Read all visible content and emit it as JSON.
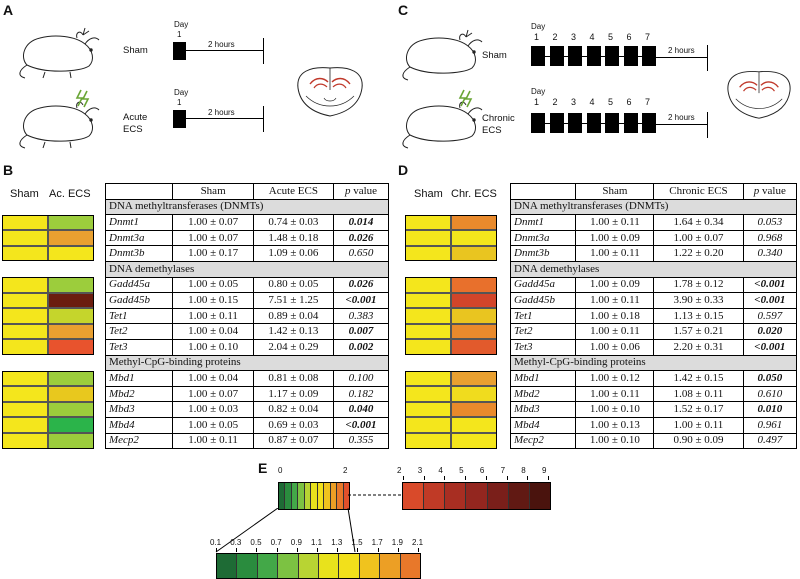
{
  "panels": {
    "a": "A",
    "b": "B",
    "c": "C",
    "d": "D",
    "e": "E"
  },
  "timeline": {
    "day_label": "Day",
    "duration_label": "2 hours",
    "acute_days": [
      "1"
    ],
    "chronic_days": [
      "1",
      "2",
      "3",
      "4",
      "5",
      "6",
      "7"
    ]
  },
  "panel_a": {
    "sham": "Sham",
    "ecs_line1": "Acute",
    "ecs_line2": "ECS"
  },
  "panel_c": {
    "sham": "Sham",
    "ecs_line1": "Chronic",
    "ecs_line2": "ECS"
  },
  "table_b": {
    "heatmap_headers": [
      "Sham",
      "Ac. ECS"
    ],
    "headers": [
      "",
      "Sham",
      "Acute ECS",
      "p value"
    ],
    "sections": [
      {
        "title": "DNA methyltransferases (DNMTs)",
        "rows": [
          {
            "gene": "Dnmt1",
            "sham": "1.00 ± 0.07",
            "ecs": "0.74 ± 0.03",
            "p": "0.014",
            "sig": true
          },
          {
            "gene": "Dnmt3a",
            "sham": "1.00 ± 0.07",
            "ecs": "1.48 ± 0.18",
            "p": "0.026",
            "sig": true
          },
          {
            "gene": "Dnmt3b",
            "sham": "1.00 ± 0.17",
            "ecs": "1.09 ± 0.06",
            "p": "0.650",
            "sig": false
          }
        ]
      },
      {
        "title": "DNA demethylases",
        "rows": [
          {
            "gene": "Gadd45a",
            "sham": "1.00 ± 0.05",
            "ecs": "0.80 ± 0.05",
            "p": "0.026",
            "sig": true
          },
          {
            "gene": "Gadd45b",
            "sham": "1.00 ± 0.15",
            "ecs": "7.51 ± 1.25",
            "p": "<0.001",
            "sig": true
          },
          {
            "gene": "Tet1",
            "sham": "1.00 ± 0.11",
            "ecs": "0.89 ± 0.04",
            "p": "0.383",
            "sig": false
          },
          {
            "gene": "Tet2",
            "sham": "1.00 ± 0.04",
            "ecs": "1.42 ± 0.13",
            "p": "0.007",
            "sig": true
          },
          {
            "gene": "Tet3",
            "sham": "1.00 ± 0.10",
            "ecs": "2.04 ± 0.29",
            "p": "0.002",
            "sig": true
          }
        ]
      },
      {
        "title": "Methyl-CpG-binding proteins",
        "rows": [
          {
            "gene": "Mbd1",
            "sham": "1.00 ± 0.04",
            "ecs": "0.81 ± 0.08",
            "p": "0.100",
            "sig": false
          },
          {
            "gene": "Mbd2",
            "sham": "1.00 ± 0.07",
            "ecs": "1.17 ± 0.09",
            "p": "0.182",
            "sig": false
          },
          {
            "gene": "Mbd3",
            "sham": "1.00 ± 0.03",
            "ecs": "0.82 ± 0.04",
            "p": "0.040",
            "sig": true
          },
          {
            "gene": "Mbd4",
            "sham": "1.00 ± 0.05",
            "ecs": "0.69 ± 0.03",
            "p": "<0.001",
            "sig": true
          },
          {
            "gene": "Mecp2",
            "sham": "1.00 ± 0.11",
            "ecs": "0.87 ± 0.07",
            "p": "0.355",
            "sig": false
          }
        ]
      }
    ],
    "heatmap_colors": [
      [
        "#f4e61c",
        "#9ccd3c"
      ],
      [
        "#f4e61c",
        "#e9a030"
      ],
      [
        "#f4e61c",
        "#f4e61c"
      ],
      [
        "#f4e61c",
        "#9ccd3c"
      ],
      [
        "#f4e61c",
        "#6b1d0f"
      ],
      [
        "#f4e61c",
        "#c5d52c"
      ],
      [
        "#f4e61c",
        "#e9a030"
      ],
      [
        "#f4e61c",
        "#e8532d"
      ],
      [
        "#f4e61c",
        "#9ccd3c"
      ],
      [
        "#f4e61c",
        "#e8c81e"
      ],
      [
        "#f4e61c",
        "#9ccd3c"
      ],
      [
        "#f4e61c",
        "#2bb44a"
      ],
      [
        "#f4e61c",
        "#9ccd3c"
      ]
    ]
  },
  "table_d": {
    "heatmap_headers": [
      "Sham",
      "Chr. ECS"
    ],
    "headers": [
      "",
      "Sham",
      "Chronic ECS",
      "p value"
    ],
    "sections": [
      {
        "title": "DNA methyltransferases (DNMTs)",
        "rows": [
          {
            "gene": "Dnmt1",
            "sham": "1.00 ± 0.11",
            "ecs": "1.64 ± 0.34",
            "p": "0.053",
            "sig": false
          },
          {
            "gene": "Dnmt3a",
            "sham": "1.00 ± 0.09",
            "ecs": "1.00 ± 0.07",
            "p": "0.968",
            "sig": false
          },
          {
            "gene": "Dnmt3b",
            "sham": "1.00 ± 0.11",
            "ecs": "1.22 ± 0.20",
            "p": "0.340",
            "sig": false
          }
        ]
      },
      {
        "title": "DNA demethylases",
        "rows": [
          {
            "gene": "Gadd45a",
            "sham": "1.00 ± 0.09",
            "ecs": "1.78 ± 0.12",
            "p": "<0.001",
            "sig": true
          },
          {
            "gene": "Gadd45b",
            "sham": "1.00 ± 0.11",
            "ecs": "3.90 ± 0.33",
            "p": "<0.001",
            "sig": true
          },
          {
            "gene": "Tet1",
            "sham": "1.00 ± 0.18",
            "ecs": "1.13 ± 0.15",
            "p": "0.597",
            "sig": false
          },
          {
            "gene": "Tet2",
            "sham": "1.00 ± 0.11",
            "ecs": "1.57 ± 0.21",
            "p": "0.020",
            "sig": true
          },
          {
            "gene": "Tet3",
            "sham": "1.00 ± 0.06",
            "ecs": "2.20 ± 0.31",
            "p": "<0.001",
            "sig": true
          }
        ]
      },
      {
        "title": "Methyl-CpG-binding proteins",
        "rows": [
          {
            "gene": "Mbd1",
            "sham": "1.00 ± 0.12",
            "ecs": "1.42 ± 0.15",
            "p": "0.050",
            "sig": true
          },
          {
            "gene": "Mbd2",
            "sham": "1.00 ± 0.11",
            "ecs": "1.08 ± 0.11",
            "p": "0.610",
            "sig": false
          },
          {
            "gene": "Mbd3",
            "sham": "1.00 ± 0.10",
            "ecs": "1.52 ± 0.17",
            "p": "0.010",
            "sig": true
          },
          {
            "gene": "Mbd4",
            "sham": "1.00 ± 0.13",
            "ecs": "1.00 ± 0.11",
            "p": "0.961",
            "sig": false
          },
          {
            "gene": "Mecp2",
            "sham": "1.00 ± 0.10",
            "ecs": "0.90 ± 0.09",
            "p": "0.497",
            "sig": false
          }
        ]
      }
    ],
    "heatmap_colors": [
      [
        "#f4e61c",
        "#e98a2c"
      ],
      [
        "#f4e61c",
        "#f4e61c"
      ],
      [
        "#f4e61c",
        "#e9c520"
      ],
      [
        "#f4e61c",
        "#e8702c"
      ],
      [
        "#f4e61c",
        "#d2452a"
      ],
      [
        "#f4e61c",
        "#e9c520"
      ],
      [
        "#f4e61c",
        "#e98a2c"
      ],
      [
        "#f4e61c",
        "#e25a2c"
      ],
      [
        "#f4e61c",
        "#e9a030"
      ],
      [
        "#f4e61c",
        "#f0dc1e"
      ],
      [
        "#f4e61c",
        "#e98a2c"
      ],
      [
        "#f4e61c",
        "#f4e61c"
      ],
      [
        "#f4e61c",
        "#f4e61c"
      ]
    ]
  },
  "legend": {
    "small_ticks": [
      "0",
      "2"
    ],
    "large_ticks": [
      "2",
      "3",
      "4",
      "5",
      "6",
      "7",
      "8",
      "9"
    ],
    "detail_ticks": [
      "0.1",
      "0.3",
      "0.5",
      "0.7",
      "0.9",
      "1.1",
      "1.3",
      "1.5",
      "1.7",
      "1.9",
      "2.1"
    ],
    "colors_low": [
      "#1e6b35",
      "#2a8c3e",
      "#43a848",
      "#7cc242",
      "#b8d433",
      "#e8e21c",
      "#f2e01b",
      "#f0c31e",
      "#ec9f25",
      "#e8782a",
      "#e2502b"
    ],
    "colors_high": [
      "#d94a2a",
      "#c03a26",
      "#a82e22",
      "#93261f",
      "#7a1f1a",
      "#611913",
      "#4a130d"
    ]
  }
}
